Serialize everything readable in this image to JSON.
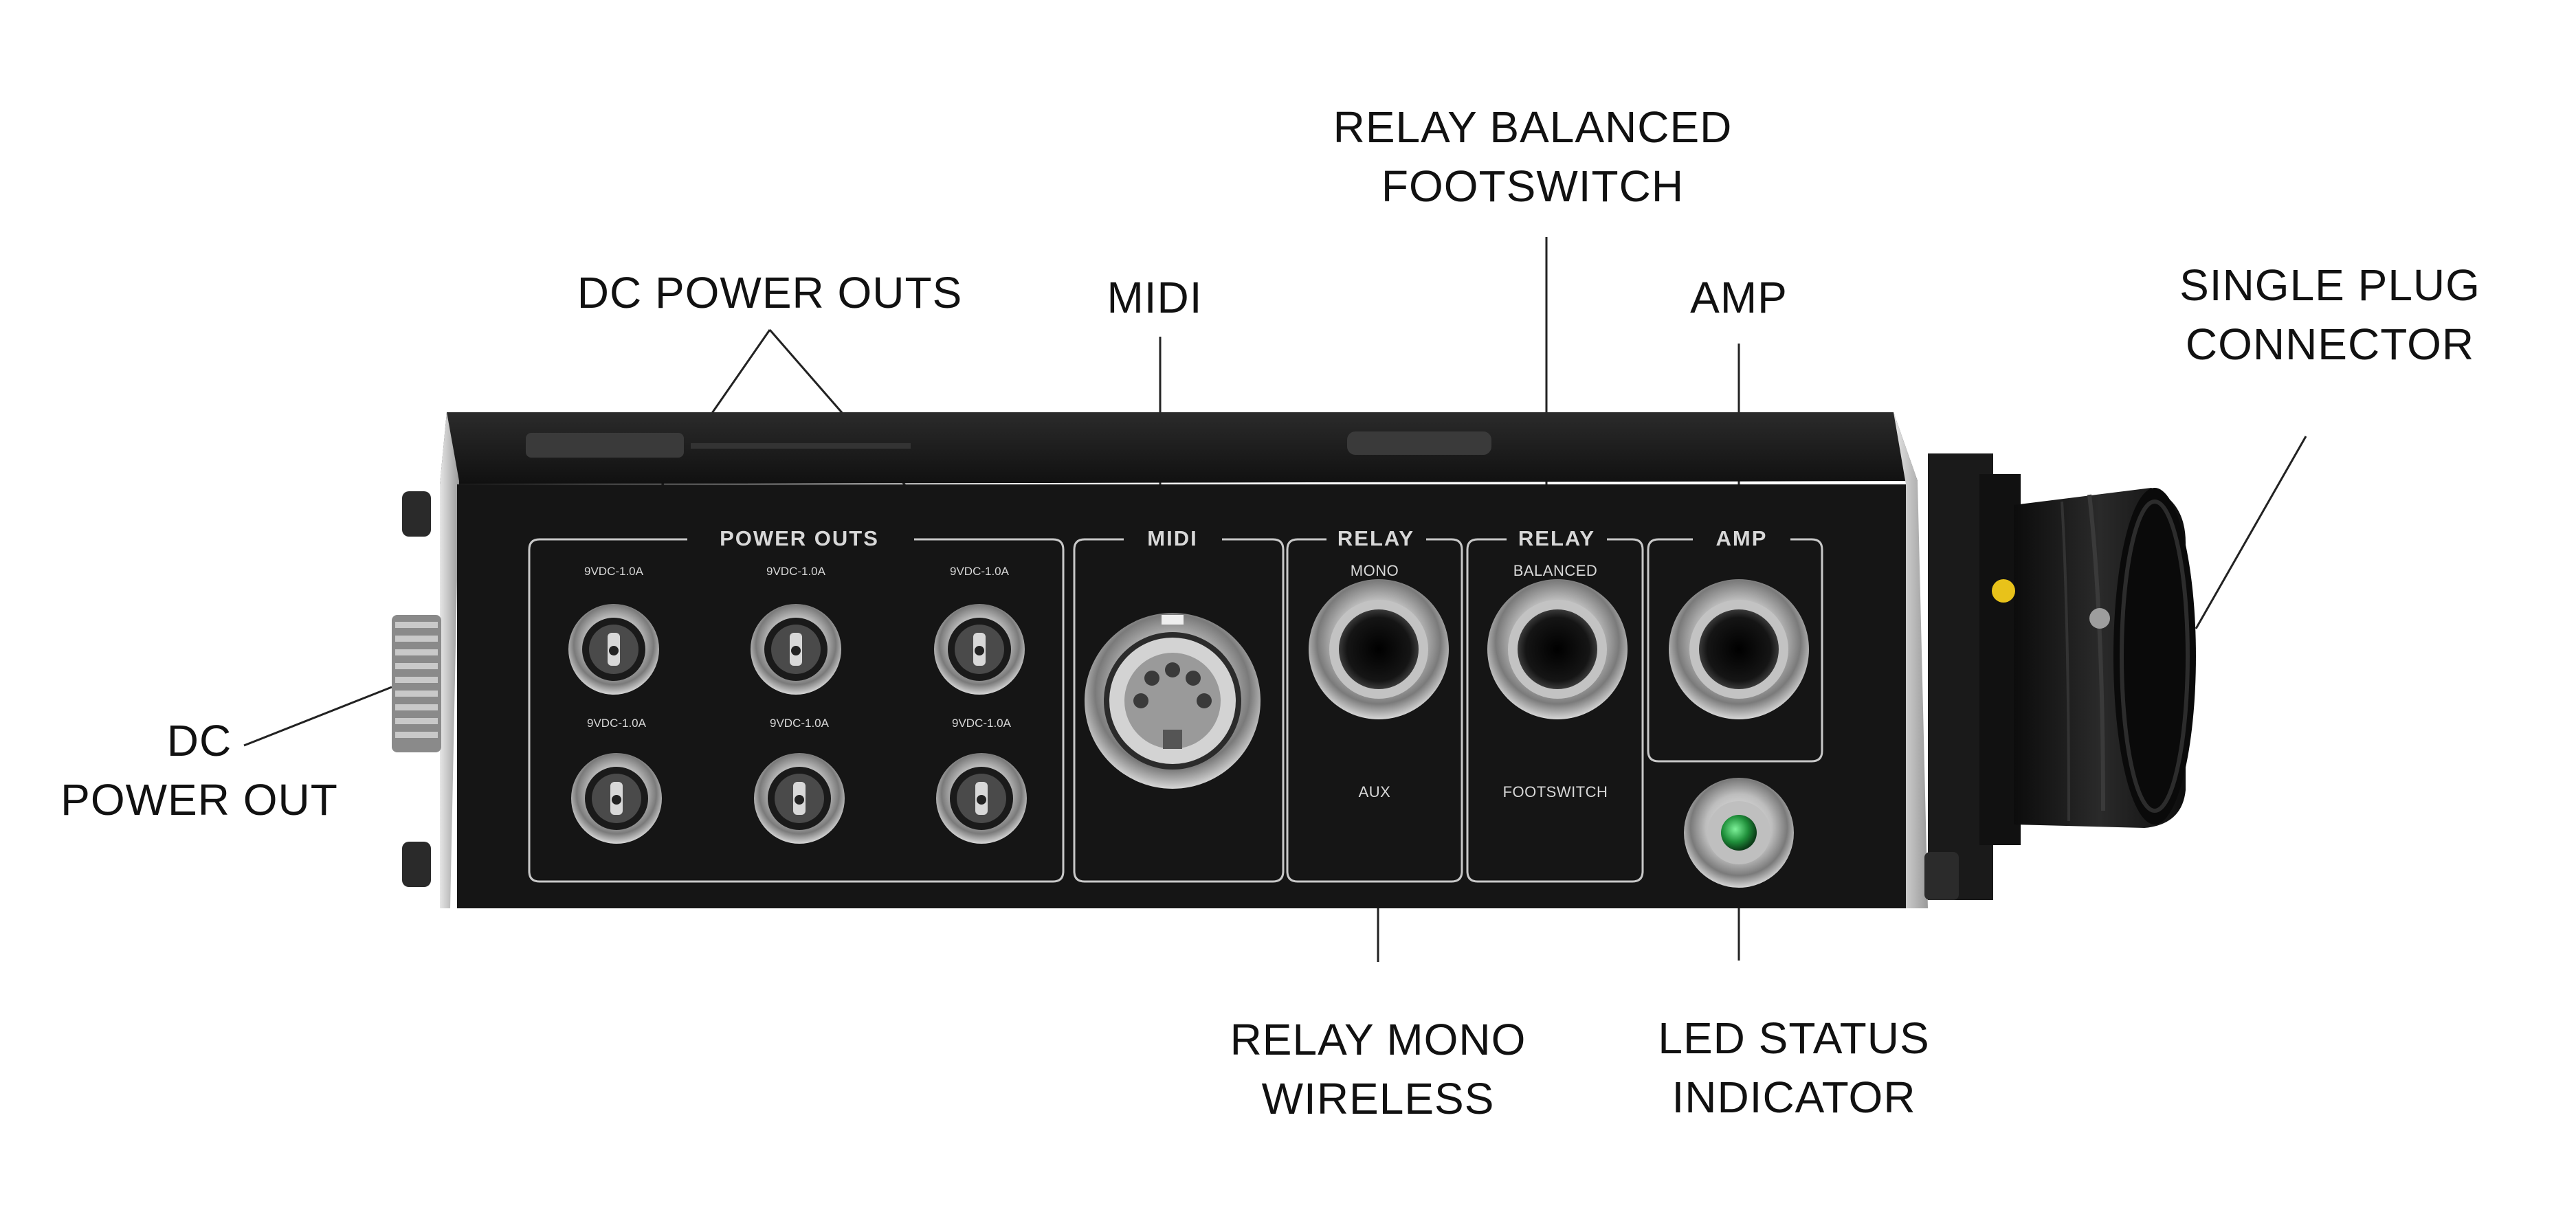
{
  "callouts": {
    "dc_power_outs": "DC POWER OUTS",
    "midi": "MIDI",
    "relay_balanced_footswitch": [
      "RELAY BALANCED",
      "FOOTSWITCH"
    ],
    "amp": "AMP",
    "single_plug_connector": [
      "SINGLE PLUG",
      "CONNECTOR"
    ],
    "dc_power_out": [
      "DC",
      "POWER OUT"
    ],
    "relay_mono_wireless": [
      "RELAY MONO",
      "WIRELESS"
    ],
    "led_status_indicator": [
      "LED STATUS",
      "INDICATOR"
    ]
  },
  "panel": {
    "power_outs_title": "POWER OUTS",
    "power_rating": "9VDC-1.0A",
    "midi_title": "MIDI",
    "relay_mono_title": "RELAY",
    "relay_mono_top": "MONO",
    "relay_mono_bottom": "AUX",
    "relay_balanced_title": "RELAY",
    "relay_balanced_top": "BALANCED",
    "relay_balanced_bottom": "FOOTSWITCH",
    "amp_title": "AMP"
  },
  "colors": {
    "chassis": "#141414",
    "panel_line": "#c8c8c8",
    "led": "#1f8f3a",
    "connector_led": "#e8c21a"
  }
}
